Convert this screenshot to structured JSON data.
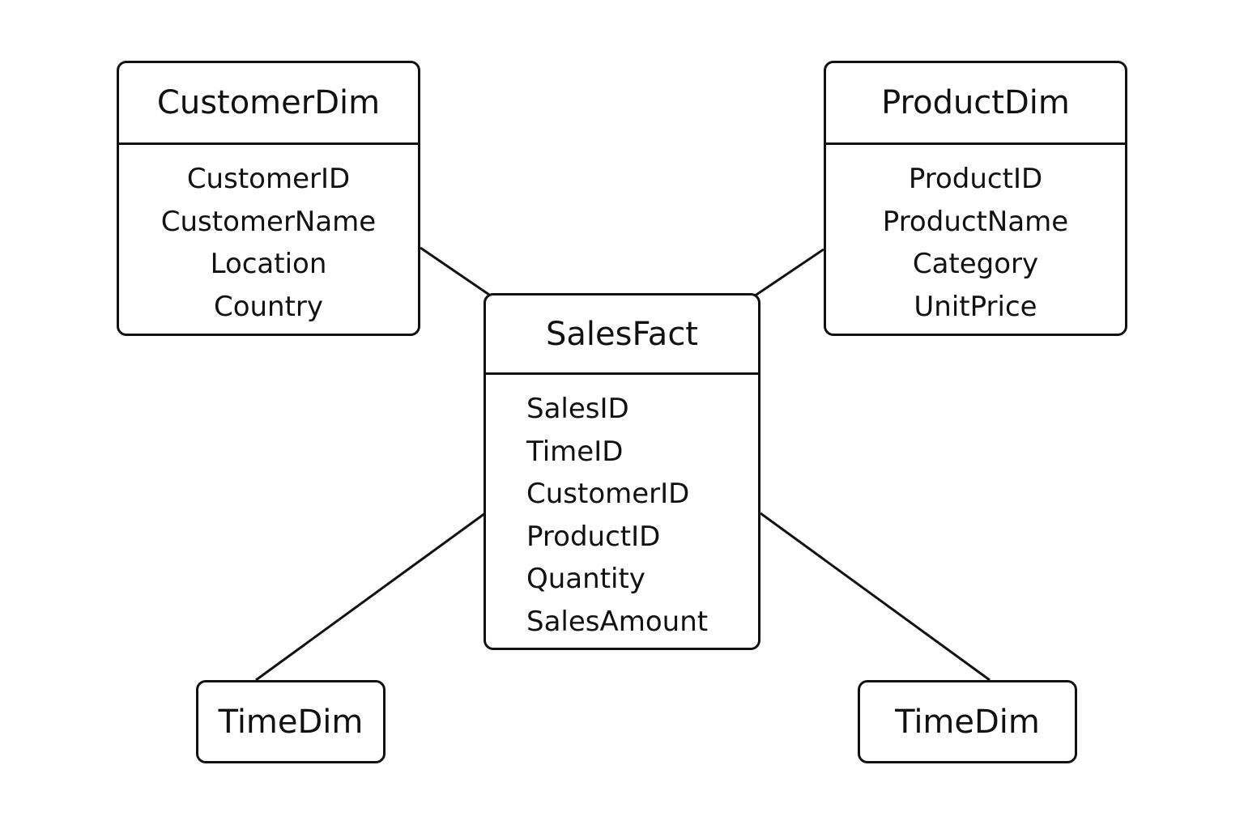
{
  "entities": {
    "customer_dim": {
      "title": "CustomerDim",
      "fields": [
        "CustomerID",
        "CustomerName",
        "Location",
        "Country"
      ]
    },
    "product_dim": {
      "title": "ProductDim",
      "fields": [
        "ProductID",
        "ProductName",
        "Category",
        "UnitPrice"
      ]
    },
    "sales_fact": {
      "title": "SalesFact",
      "fields": [
        "SalesID",
        "TimeID",
        "CustomerID",
        "ProductID",
        "Quantity",
        "SalesAmount"
      ]
    },
    "time_dim_left": {
      "title": "TimeDim"
    },
    "time_dim_right": {
      "title": "TimeDim"
    }
  },
  "colors": {
    "stroke": "#111111",
    "background": "#ffffff"
  }
}
